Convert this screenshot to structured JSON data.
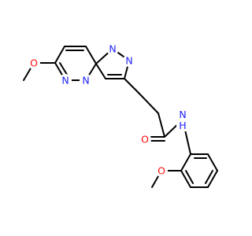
{
  "colors": {
    "bond": "#000000",
    "nitrogen": "#1f1fff",
    "oxygen": "#ff0d0d",
    "background": "#ffffff"
  },
  "atoms": [
    {
      "id": "n_triazole_top",
      "label": "N",
      "element": "N"
    },
    {
      "id": "n_triazole_mid",
      "label": "N",
      "element": "N"
    },
    {
      "id": "n_bridge",
      "label": "N",
      "element": "N"
    },
    {
      "id": "n_pyridazine",
      "label": "N",
      "element": "N"
    },
    {
      "id": "o_methoxy_left",
      "label": "O",
      "element": "O"
    },
    {
      "id": "o_amide",
      "label": "O",
      "element": "O"
    },
    {
      "id": "nh_amide",
      "label": "N\nH",
      "element": "N"
    },
    {
      "id": "o_methoxy_aryl",
      "label": "O",
      "element": "O"
    }
  ]
}
